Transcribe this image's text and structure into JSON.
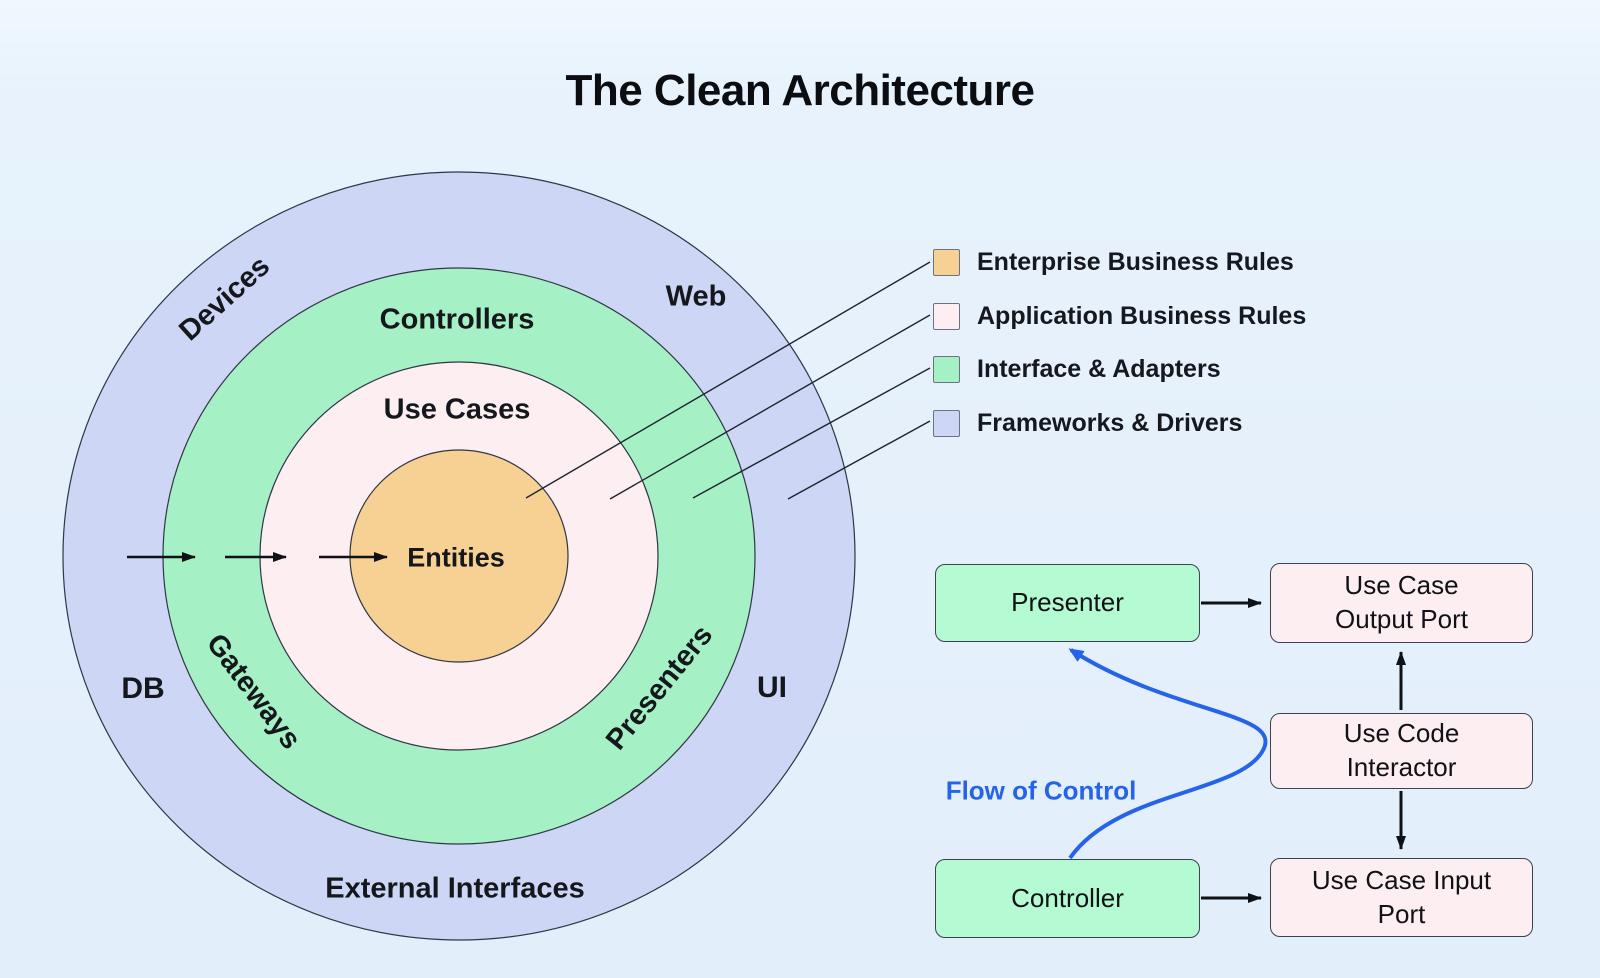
{
  "title": "The Clean Architecture",
  "circle_diagram": {
    "rings": [
      {
        "zone": "Frameworks & Drivers",
        "color": "#cdd6f4"
      },
      {
        "zone": "Interface & Adapters",
        "color": "#a5f1c5"
      },
      {
        "zone": "Application Business Rules",
        "color": "#fceef1"
      },
      {
        "zone": "Enterprise Business Rules",
        "color": "#f6d193"
      }
    ],
    "labels": {
      "devices": "Devices",
      "web": "Web",
      "controllers": "Controllers",
      "use_cases": "Use Cases",
      "entities": "Entities",
      "gateways": "Gateways",
      "presenters": "Presenters",
      "db": "DB",
      "ui": "UI",
      "external_interfaces": "External Interfaces"
    }
  },
  "legend": {
    "items": [
      {
        "label": "Enterprise Business Rules",
        "color": "#f6d193"
      },
      {
        "label": "Application Business Rules",
        "color": "#fdeef1"
      },
      {
        "label": "Interface & Adapters",
        "color": "#a5f1c5"
      },
      {
        "label": "Frameworks & Drivers",
        "color": "#cdd6f4"
      }
    ]
  },
  "flow_diagram": {
    "boxes": {
      "presenter": "Presenter",
      "controller": "Controller",
      "use_case_output_port": "Use Case Output Port",
      "use_code_interactor": "Use Code Interactor",
      "use_case_input_port": "Use Case Input Port"
    },
    "box_colors": {
      "green": "#b4fad3",
      "pink": "#fdeef1"
    },
    "flow_of_control_label": "Flow of Control",
    "flow_accent_color": "#2563e8"
  }
}
